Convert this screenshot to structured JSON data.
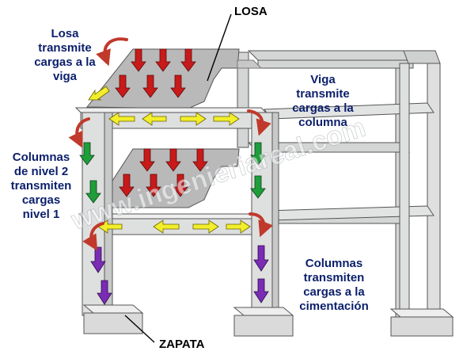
{
  "callouts": {
    "losa": "LOSA",
    "zapata": "ZAPATA"
  },
  "labels": {
    "losa_viga": [
      "Losa",
      "transmite",
      "cargas a la",
      "viga"
    ],
    "viga_columna": [
      "Viga",
      "transmite",
      "cargas a la",
      "columna"
    ],
    "columnas_nivel": [
      "Columnas",
      "de nivel 2",
      "transmiten",
      "cargas",
      "nivel 1"
    ],
    "columnas_cimentacion": [
      "Columnas",
      "transmiten",
      "cargas a la",
      "cimentación"
    ]
  },
  "watermark": "www.ingenieriareal.com",
  "colors": {
    "text": "#0b1f6b",
    "concrete": "#d9dada",
    "slab": "#b9b9b9",
    "load_arrow": "#c81a1a",
    "beam_arrow": "#f2ef2a",
    "column_arrow_level2": "#1e9e3a",
    "column_arrow_level1": "#7a2cb4",
    "turn_arrow": "#c0392b"
  }
}
